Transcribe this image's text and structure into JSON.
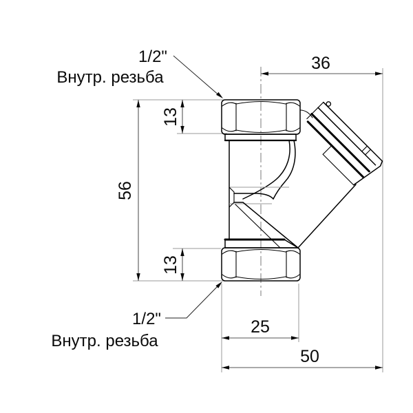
{
  "drawing": {
    "labels": {
      "top_size": "1/2\"",
      "top_thread": "Внутр. резьба",
      "bottom_size": "1/2\"",
      "bottom_thread": "Внутр. резьба"
    },
    "dimensions": {
      "branch_offset": "36",
      "overall_height": "56",
      "top_hex_height": "13",
      "bottom_hex_height": "13",
      "hex_width": "25",
      "overall_width": "50"
    },
    "colors": {
      "line": "#000000",
      "dimension": "#555555",
      "extension": "#9a9a9a",
      "background": "#ffffff"
    }
  }
}
